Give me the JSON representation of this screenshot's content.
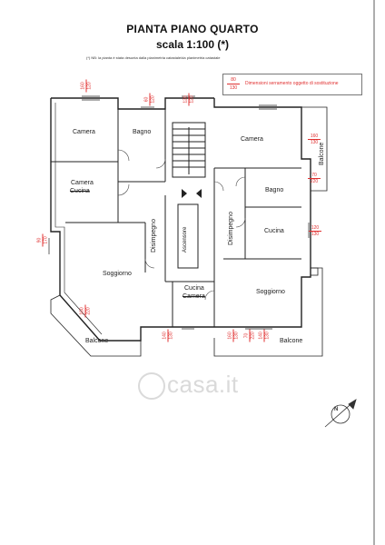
{
  "header": {
    "title": "PIANTA PIANO QUARTO",
    "scale": "scala 1:100 (*)",
    "note": "(*) NB: la pianta è stata desunta dalla planimetria catastale/da planimetria catastale"
  },
  "legend": {
    "numerator": "80",
    "denominator": "130",
    "text": "Dimensioni serramento oggetto di sostituzione"
  },
  "rooms": {
    "camera_tl": "Camera",
    "bagno_tl": "Bagno",
    "camera_mid_l": "Camera",
    "cucina_struck": "Cucina",
    "disimpegno_l": "Disimpegno",
    "ascensore": "Ascensore",
    "soggiorno_l": "Soggiorno",
    "cucina_mid": "Cucina",
    "camera_struck": "Camera",
    "camera_tr": "Camera",
    "balcone_r": "Balcone",
    "bagno_r": "Bagno",
    "disimpegno_r": "Disimpegno",
    "cucina_r": "Cucina",
    "soggiorno_r": "Soggiorno",
    "balcone_bl": "Balcone",
    "balcone_br": "Balcone"
  },
  "dimensions": {
    "d1": [
      "160",
      "120"
    ],
    "d2": [
      "60",
      "120"
    ],
    "d3": [
      "120",
      "120"
    ],
    "d4": [
      "160",
      "130"
    ],
    "d5": [
      "70",
      "220"
    ],
    "d6": [
      "90",
      "170"
    ],
    "d7": [
      "120",
      "130"
    ],
    "d8": [
      "160",
      "220"
    ],
    "d9": [
      "140",
      "130"
    ],
    "d10": [
      "160",
      "130"
    ],
    "d11": [
      "70",
      "220"
    ],
    "d12": [
      "140",
      "130"
    ]
  },
  "watermark": "casa.it",
  "compass": "N"
}
